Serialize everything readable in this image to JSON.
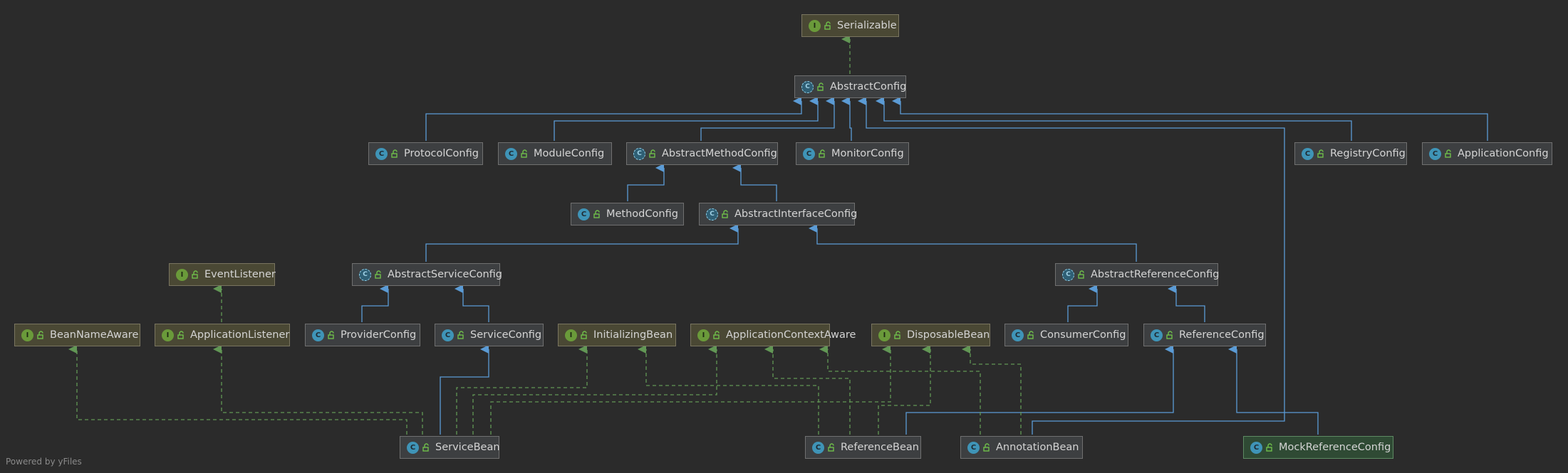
{
  "diagram": {
    "footer": "Powered by yFiles",
    "nodes": {
      "serializable": {
        "label": "Serializable",
        "kind": "interface"
      },
      "abstract_config": {
        "label": "AbstractConfig",
        "kind": "abstract"
      },
      "protocol_config": {
        "label": "ProtocolConfig",
        "kind": "class"
      },
      "module_config": {
        "label": "ModuleConfig",
        "kind": "class"
      },
      "abstract_method_config": {
        "label": "AbstractMethodConfig",
        "kind": "abstract"
      },
      "monitor_config": {
        "label": "MonitorConfig",
        "kind": "class"
      },
      "registry_config": {
        "label": "RegistryConfig",
        "kind": "class"
      },
      "application_config": {
        "label": "ApplicationConfig",
        "kind": "class"
      },
      "method_config": {
        "label": "MethodConfig",
        "kind": "class"
      },
      "abstract_interface_config": {
        "label": "AbstractInterfaceConfig",
        "kind": "abstract"
      },
      "event_listener": {
        "label": "EventListener",
        "kind": "interface"
      },
      "abstract_service_config": {
        "label": "AbstractServiceConfig",
        "kind": "abstract"
      },
      "abstract_reference_config": {
        "label": "AbstractReferenceConfig",
        "kind": "abstract"
      },
      "bean_name_aware": {
        "label": "BeanNameAware",
        "kind": "interface"
      },
      "application_listener": {
        "label": "ApplicationListener",
        "kind": "interface"
      },
      "provider_config": {
        "label": "ProviderConfig",
        "kind": "class"
      },
      "service_config": {
        "label": "ServiceConfig",
        "kind": "class"
      },
      "initializing_bean": {
        "label": "InitializingBean",
        "kind": "interface"
      },
      "application_context_aware": {
        "label": "ApplicationContextAware",
        "kind": "interface"
      },
      "disposable_bean": {
        "label": "DisposableBean",
        "kind": "interface"
      },
      "consumer_config": {
        "label": "ConsumerConfig",
        "kind": "class"
      },
      "reference_config": {
        "label": "ReferenceConfig",
        "kind": "class"
      },
      "service_bean": {
        "label": "ServiceBean",
        "kind": "class"
      },
      "reference_bean": {
        "label": "ReferenceBean",
        "kind": "class"
      },
      "annotation_bean": {
        "label": "AnnotationBean",
        "kind": "class"
      },
      "mock_reference_config": {
        "label": "MockReferenceConfig",
        "kind": "class"
      }
    },
    "colors": {
      "background": "#2b2b2b",
      "extends_edge": "#5b9bd5",
      "implements_edge": "#629755",
      "class_badge": "#3f94b7",
      "interface_badge": "#6a9a3a"
    }
  }
}
